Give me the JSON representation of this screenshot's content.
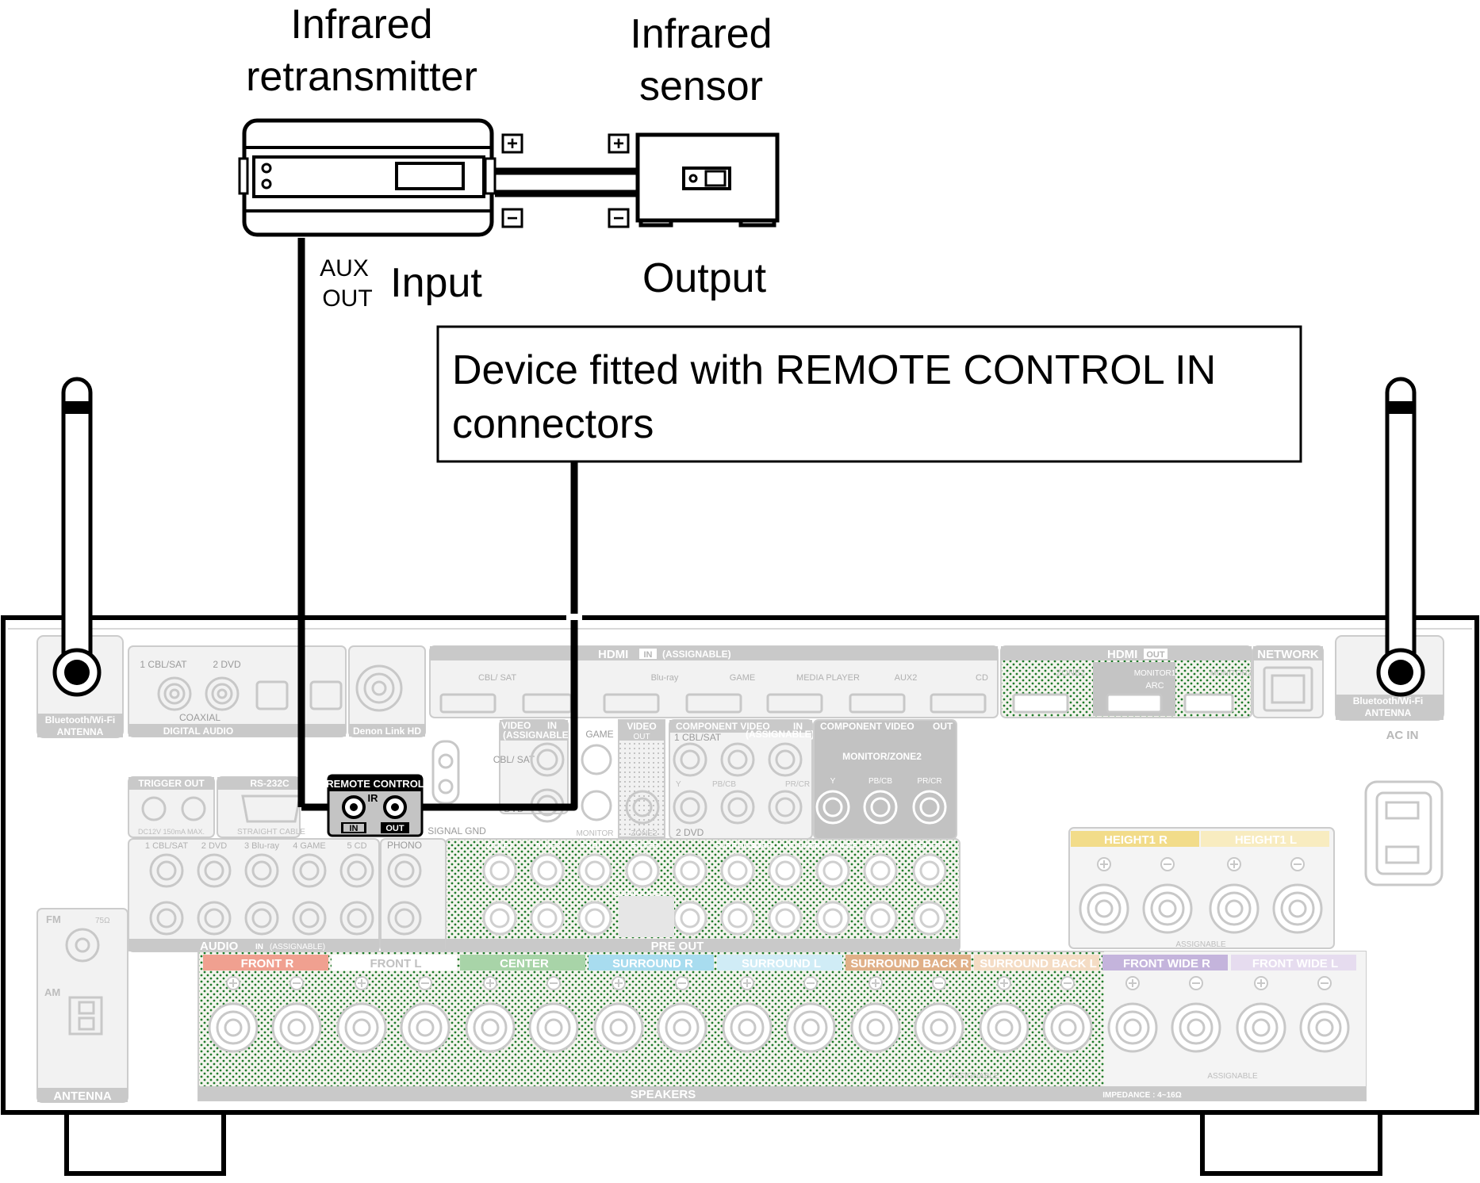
{
  "labels": {
    "retransmitter_line1": "Infrared",
    "retransmitter_line2": "retransmitter",
    "sensor_line1": "Infrared",
    "sensor_line2": "sensor",
    "aux_line1": "AUX",
    "aux_line2": "OUT",
    "input": "Input",
    "output": "Output",
    "plus": "+",
    "minus": "−"
  },
  "callout": {
    "line1": "Device fitted with REMOTE CONTROL IN",
    "line2": "connectors"
  },
  "remote_control": {
    "title": "REMOTE CONTROL",
    "ir": "IR",
    "in": "IN",
    "out": "OUT"
  },
  "panel": {
    "bt_left": "Bluetooth/Wi-Fi",
    "bt_left2": "ANTENNA",
    "bt_right": "Bluetooth/Wi-Fi",
    "bt_right2": "ANTENNA",
    "digital_audio": "DIGITAL AUDIO",
    "dig_1": "1 CBL/SAT",
    "dig_2": "2 DVD",
    "coaxial": "COAXIAL",
    "denon_link": "Denon Link HD",
    "hdmi_in": "HDMI",
    "hdmi_in_tag": "IN",
    "hdmi_assignable": "(ASSIGNABLE)",
    "hdmi_inputs": [
      "CBL/ SAT",
      "Blu-ray",
      "GAME",
      "MEDIA PLAYER",
      "AUX2",
      "CD"
    ],
    "hdmi_out": "HDMI",
    "hdmi_out_tag": "OUT",
    "zone2": "ZONE2",
    "monitor1": "MONITOR1",
    "arc": "ARC",
    "monitor2": "MONITOR2",
    "network": "NETWORK",
    "ac_in": "AC IN",
    "video_in": "VIDEO",
    "video_in_tag": "IN",
    "video_assignable": "(ASSIGNABLE)",
    "video_1": "CBL/ SAT",
    "video_2": "DVD",
    "game": "GAME",
    "video_out": "VIDEO",
    "video_out_tag": "OUT",
    "monitor": "MONITOR",
    "zone2_small": "ZONE2",
    "comp_in": "COMPONENT VIDEO",
    "comp_in_tag": "IN",
    "comp_1": "1 CBL/SAT",
    "comp_assignable": "(ASSIGNABLE)",
    "comp_2": "2 DVD",
    "comp_out": "COMPONENT VIDEO",
    "comp_out_tag": "OUT",
    "monitor_zone2": "MONITOR/ZONE2",
    "y": "Y",
    "pb": "PB/CB",
    "pr": "PR/CR",
    "trigger_out": "TRIGGER OUT",
    "trigger_spec": "DC12V 150mA MAX.",
    "rs232": "RS-232C",
    "straight_cable": "STRAIGHT CABLE",
    "signal_gnd": "SIGNAL GND",
    "audio_inputs": [
      "1 CBL/SAT",
      "2 DVD",
      "3 Blu-ray",
      "4 GAME",
      "5 CD"
    ],
    "phono": "PHONO",
    "audio": "AUDIO",
    "audio_tag": "IN",
    "audio_assignable": "(ASSIGNABLE)",
    "pre_out": "PRE OUT",
    "pre_zones": [
      "ZONE2",
      "ZONE3",
      "FRONT",
      "CENTER",
      "SURROUND",
      "SURROUND BACK",
      "FRONT WIDE",
      "HEIGHT1",
      "HEIGHT2"
    ],
    "subwoofer": "SUBWOOFER",
    "fm": "FM",
    "ohm": "75Ω",
    "am": "AM",
    "antenna": "ANTENNA",
    "speakers": "SPEAKERS",
    "impedance": "IMPEDANCE : 4~16Ω",
    "assignable": "ASSIGNABLE",
    "speaker_sections": [
      {
        "label": "FRONT R",
        "color": "#f0a090"
      },
      {
        "label": "FRONT L",
        "color": "#ffffff"
      },
      {
        "label": "CENTER",
        "color": "#a8d4a8"
      },
      {
        "label": "SURROUND R",
        "color": "#a8dcef"
      },
      {
        "label": "SURROUND L",
        "color": "#d0ecf6"
      },
      {
        "label": "SURROUND BACK R",
        "color": "#e0b088"
      },
      {
        "label": "SURROUND BACK L",
        "color": "#f4dcc4"
      },
      {
        "label": "FRONT WIDE R",
        "color": "#c4b4dc"
      },
      {
        "label": "FRONT WIDE L",
        "color": "#e6dcef"
      }
    ],
    "height_sections": [
      {
        "label": "HEIGHT1 R",
        "color": "#f2dc8a"
      },
      {
        "label": "HEIGHT1 L",
        "color": "#f8ecc0"
      }
    ]
  }
}
